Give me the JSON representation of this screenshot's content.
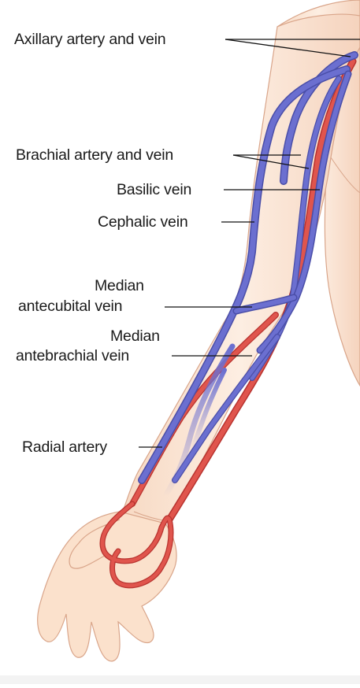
{
  "labels": {
    "axillary": "Axillary artery and vein",
    "brachial": "Brachial artery and vein",
    "basilic": "Basilic vein",
    "cephalic": "Cephalic vein",
    "median_antecubital_line1": "Median",
    "median_antecubital_line2": "antecubital vein",
    "median_antebrachial_line1": "Median",
    "median_antebrachial_line2": "antebrachial vein",
    "radial": "Radial artery"
  },
  "colors": {
    "skin": "#fbe6d4",
    "skin_outline": "#d9a58a",
    "artery": "#e0554d",
    "artery_outline": "#b8332f",
    "vein": "#6b6fd0",
    "vein_outline": "#4a4ea8",
    "leader_line": "#111111"
  }
}
